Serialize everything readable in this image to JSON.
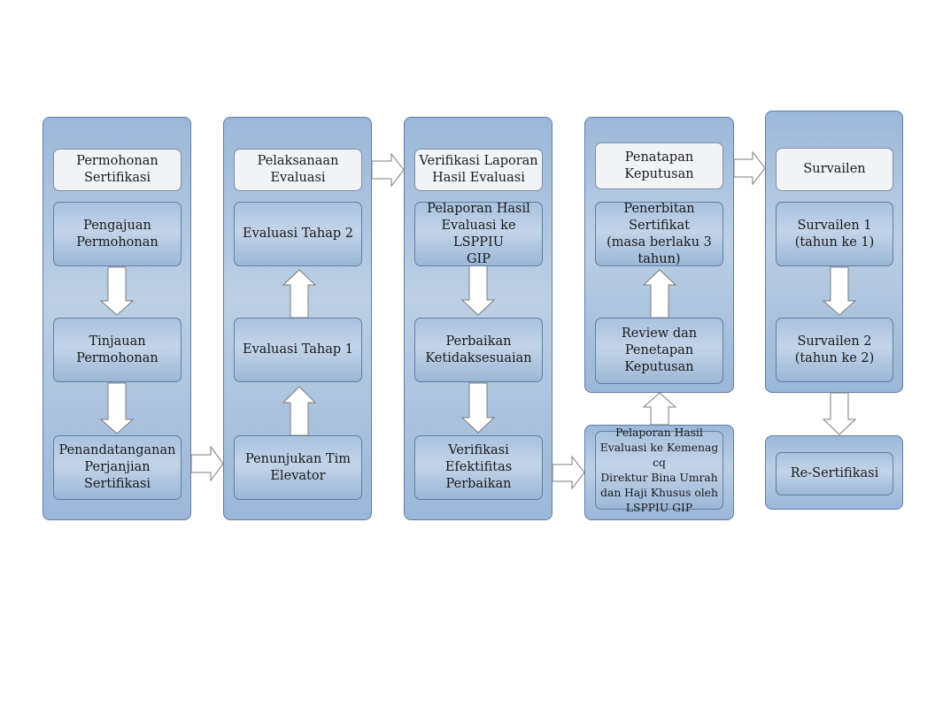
{
  "col1": {
    "header": "Permohonan\nSertifikasi",
    "step1": "Pengajuan\nPermohonan",
    "step2": "Tinjauan\nPermohonan",
    "step3": "Penandatanganan\nPerjanjian Sertifikasi"
  },
  "col2": {
    "header": "Pelaksanaan\nEvaluasi",
    "step1": "Evaluasi Tahap 2",
    "step2": "Evaluasi Tahap 1",
    "step3": "Penunjukan Tim\nElevator"
  },
  "col3": {
    "header": "Verifikasi Laporan\nHasil Evaluasi",
    "step1": "Pelaporan Hasil\nEvaluasi ke LSPPIU\nGIP",
    "step2": "Perbaikan\nKetidaksesuaian",
    "step3": "Verifikasi Efektifitas\nPerbaikan"
  },
  "col4": {
    "header": "Penatapan\nKeputusan",
    "step1": "Penerbitan Sertifikat\n(masa berlaku 3\ntahun)",
    "step2": "Review dan\nPenetapan\nKeputusan",
    "report": "Pelaporan Hasil\nEvaluasi ke Kemenag cq\nDirektur Bina Umrah\ndan Haji Khusus oleh\nLSPPIU GIP"
  },
  "col5": {
    "header": "Survailen",
    "step1": "Survailen 1\n(tahun ke 1)",
    "step2": "Survailen 2\n(tahun ke 2)",
    "resert": "Re-Sertifikasi"
  }
}
